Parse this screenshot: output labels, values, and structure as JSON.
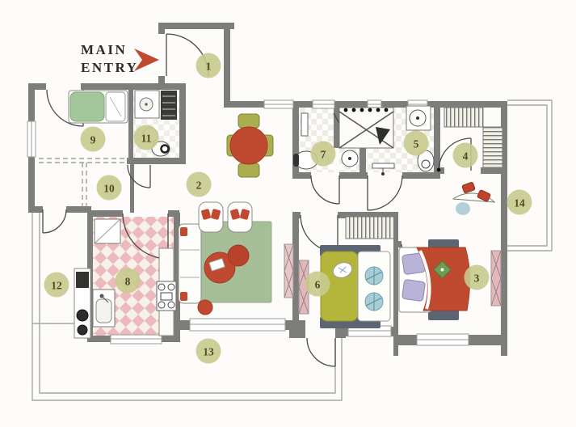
{
  "entry": {
    "line1": "MAIN",
    "line2": "ENTRY",
    "arrow_icon": "right-arrow"
  },
  "markers": [
    {
      "number": "1"
    },
    {
      "number": "2"
    },
    {
      "number": "3"
    },
    {
      "number": "4"
    },
    {
      "number": "5"
    },
    {
      "number": "6"
    },
    {
      "number": "7"
    },
    {
      "number": "8"
    },
    {
      "number": "9"
    },
    {
      "number": "10"
    },
    {
      "number": "11"
    },
    {
      "number": "12"
    },
    {
      "number": "13"
    },
    {
      "number": "14"
    }
  ],
  "colors": {
    "wall": "#7d7d7c",
    "balcony_line": "#a6a6a2",
    "marker_fill": "#c8ca8e",
    "marker_text": "#4b4f1c",
    "accent_red": "#c04a30",
    "rug_sage": "#a6bf99",
    "olive_furniture": "#aaae4f",
    "bed_olive": "#b4b63c",
    "bed_green": "#a3c79a",
    "kitchen_pink": "#ecb9bd",
    "wardrobe_pink": "#e6b7ba",
    "slate": "#5c6673",
    "lavender": "#b9b3d8",
    "sky_blue": "#a8cdd6",
    "entry_text": "#2f2a22"
  }
}
